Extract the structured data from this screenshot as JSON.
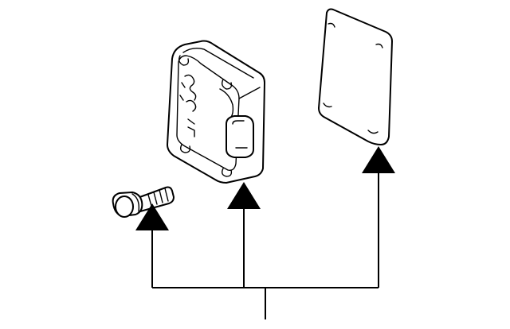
{
  "diagram": {
    "parts": [
      {
        "id": "bolt",
        "icon": "bolt-icon"
      },
      {
        "id": "control-module",
        "icon": "control-module-icon"
      },
      {
        "id": "bracket-plate",
        "icon": "bracket-plate-icon"
      }
    ],
    "colors": {
      "line": "#000000",
      "background": "#ffffff"
    }
  }
}
